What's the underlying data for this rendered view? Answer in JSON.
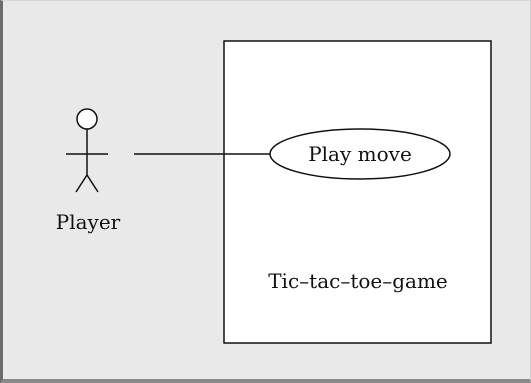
{
  "diagram": {
    "actor": {
      "label": "Player"
    },
    "system": {
      "label": "Tic–tac–toe–game"
    },
    "use_case": {
      "label": "Play move"
    }
  }
}
